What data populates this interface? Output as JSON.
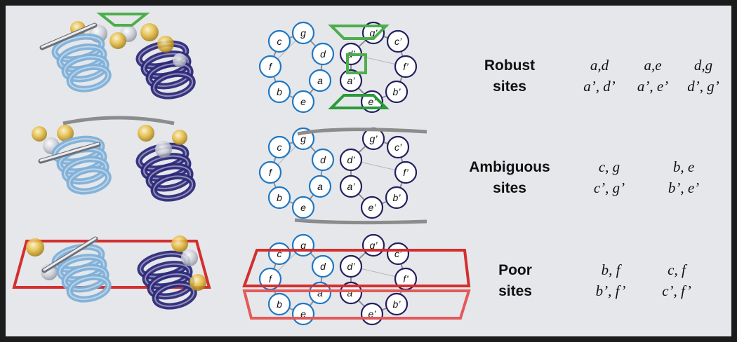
{
  "colors": {
    "background": "#e6e7ea",
    "border": "#1c1c1c",
    "light_helix": "#7fb0d8",
    "dark_helix": "#2d2a7a",
    "node_light": "#1f78c4",
    "node_dark": "#24205f",
    "robust_box": "#4cae4c",
    "ambiguous_box": "#8c8c8c",
    "poor_box": "#d32f2f",
    "sphere": "#e4b93a"
  },
  "heptad_left": [
    "c",
    "g",
    "f",
    "d",
    "a",
    "b",
    "e"
  ],
  "heptad_right": [
    "g’",
    "c’",
    "d’",
    "f’",
    "a’",
    "e’",
    "b’"
  ],
  "rows": [
    {
      "label_line1": "Robust",
      "label_line2": "sites",
      "pairs": [
        {
          "top": "a,d",
          "bottom": "a’, d’"
        },
        {
          "top": "a,e",
          "bottom": "a’, e’"
        },
        {
          "top": "d,g",
          "bottom": "d’, g’"
        }
      ]
    },
    {
      "label_line1": "Ambiguous",
      "label_line2": "sites",
      "pairs": [
        {
          "top": "c, g",
          "bottom": "c’, g’"
        },
        {
          "top": "b, e",
          "bottom": "b’, e’"
        }
      ]
    },
    {
      "label_line1": "Poor",
      "label_line2": "sites",
      "pairs": [
        {
          "top": "b, f",
          "bottom": "b’, f’"
        },
        {
          "top": "c, f",
          "bottom": "c’, f’"
        }
      ]
    }
  ]
}
